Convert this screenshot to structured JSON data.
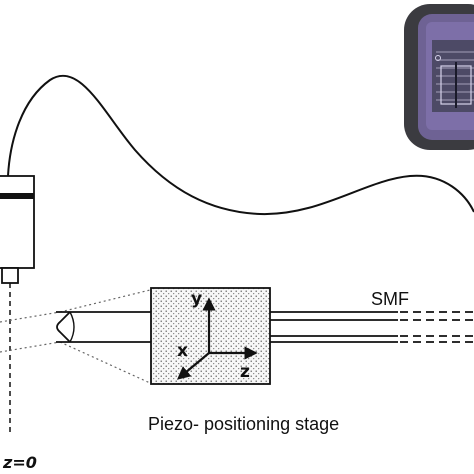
{
  "labels": {
    "fiber": "SMF",
    "stage": "Piezo- positioning stage",
    "origin": "z=0",
    "axis_x": "x",
    "axis_y": "y",
    "axis_z": "z"
  },
  "colors": {
    "ink": "#111111",
    "stage_fill": "#f4f4f4",
    "inset_frame": "#3b3b40",
    "inset_inner": "#7d6fa8"
  }
}
